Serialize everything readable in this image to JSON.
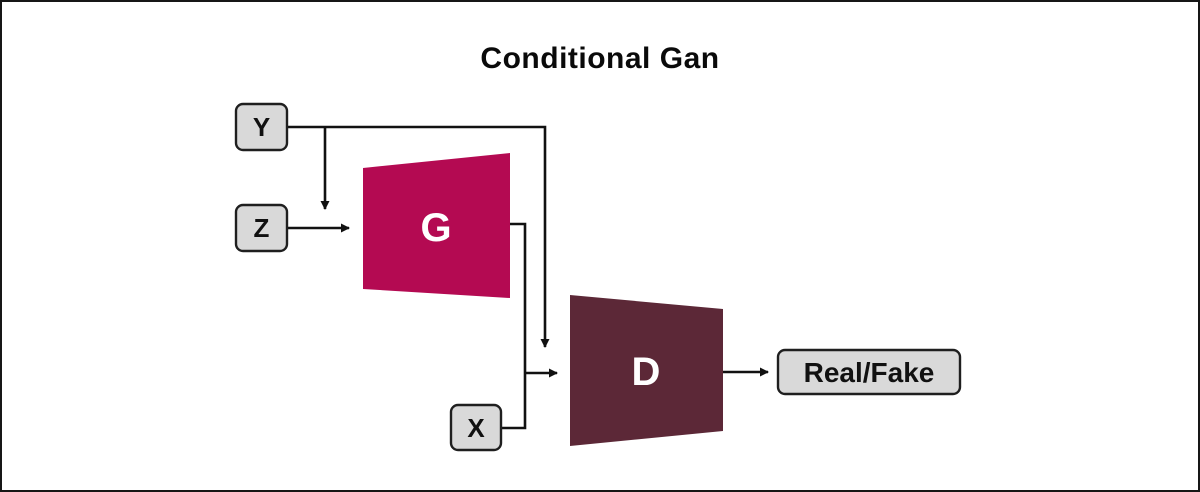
{
  "title": "Conditional Gan",
  "nodes": {
    "y": {
      "label": "Y"
    },
    "z": {
      "label": "Z"
    },
    "x": {
      "label": "X"
    },
    "generator": {
      "label": "G"
    },
    "discriminator": {
      "label": "D"
    },
    "output": {
      "label": "Real/Fake"
    }
  },
  "colors": {
    "generator_fill": "#B40A52",
    "discriminator_fill": "#5C2837",
    "io_box_fill": "#D9D9D9",
    "io_box_border": "#1F1F1F",
    "line": "#111111",
    "title_color": "#0A0A0A",
    "net_letter_color": "#FFFFFF",
    "io_letter_color": "#111111",
    "frame_border": "#161616",
    "background": "#FFFFFF"
  }
}
